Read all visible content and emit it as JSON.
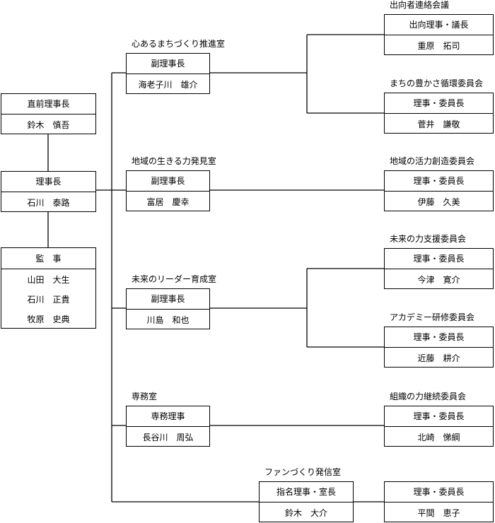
{
  "left": {
    "former_president": {
      "role": "直前理事長",
      "name": "鈴木　慎吾"
    },
    "president": {
      "role": "理事長",
      "name": "石川　泰路"
    },
    "auditors": {
      "role": "監　事",
      "names": [
        "山田　大生",
        "石川　正貴",
        "牧原　史典"
      ]
    }
  },
  "offices": [
    {
      "title": "心あるまちづくり推進室",
      "role": "副理事長",
      "name": "海老子川　雄介"
    },
    {
      "title": "地域の生きる力発見室",
      "role": "副理事長",
      "name": "富居　慶幸"
    },
    {
      "title": "未来のリーダー育成室",
      "role": "副理事長",
      "name": "川島　和也"
    },
    {
      "title": "専務室",
      "role": "専務理事",
      "name": "長谷川　周弘"
    },
    {
      "title": "ファンづくり発信室",
      "role": "指名理事・室長",
      "name": "鈴木　大介"
    }
  ],
  "committees": [
    {
      "title": "出向者連絡会議",
      "role": "出向理事・議長",
      "name": "重原　拓司"
    },
    {
      "title": "まちの豊かさ循環委員会",
      "role": "理事・委員長",
      "name": "菅井　謙敬"
    },
    {
      "title": "地域の活力創造委員会",
      "role": "理事・委員長",
      "name": "伊藤　久美"
    },
    {
      "title": "未来の力支援委員会",
      "role": "理事・委員長",
      "name": "今津　寛介"
    },
    {
      "title": "アカデミー研修委員会",
      "role": "理事・委員長",
      "name": "近藤　耕介"
    },
    {
      "title": "組織の力継続委員会",
      "role": "理事・委員長",
      "name": "北崎　悌綱"
    },
    {
      "title": "",
      "role": "理事・委員長",
      "name": "平間　恵子"
    }
  ]
}
